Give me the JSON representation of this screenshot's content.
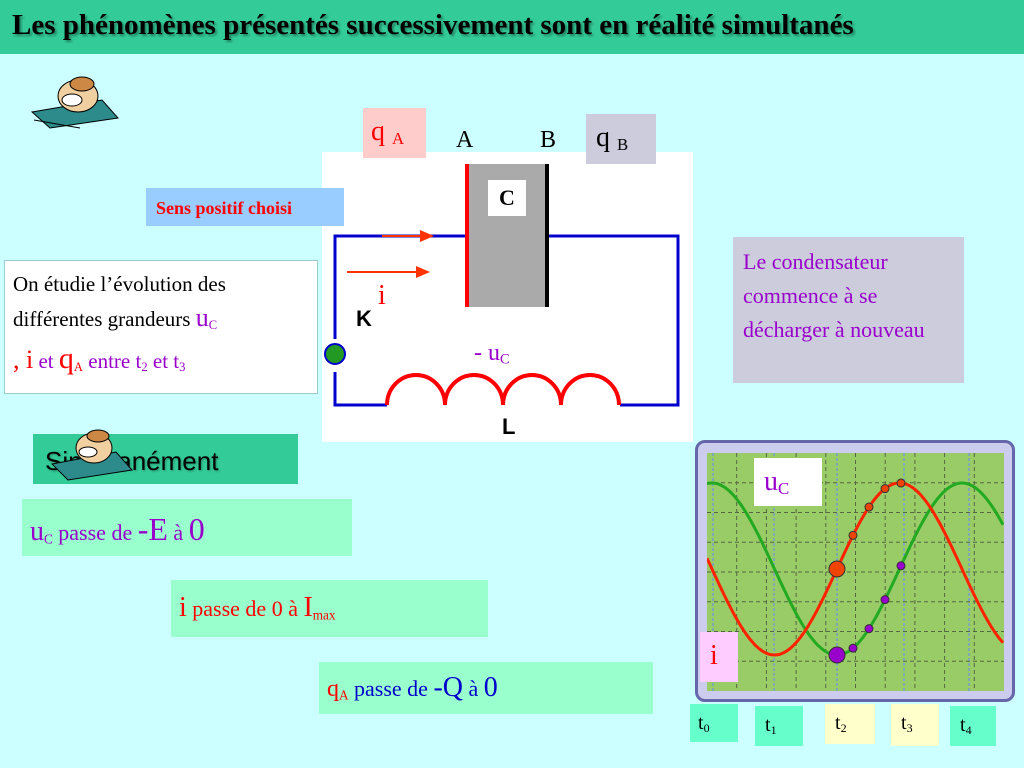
{
  "title": "Les phénomènes présentés successivement sont en réalité simultanés",
  "colors": {
    "background": "#ccffff",
    "title_bar": "#33cc99",
    "red": "#ff0000",
    "green": "#22aa22",
    "purple": "#9900cc",
    "scope_bg": "#99cc66"
  },
  "circuit": {
    "qa_label": "q",
    "qa_sub": "A",
    "a_label": "A",
    "b_label": "B",
    "qb_label": "q",
    "qb_sub": "B",
    "capacitor_label": "C",
    "sens_positif": "Sens positif choisi",
    "current_label": "i",
    "switch_label": "K",
    "uc_minus": "- u",
    "uc_sub": "C",
    "inductor_label": "L"
  },
  "left_panel": {
    "line1": "On étudie l’évolution des",
    "line2": "différentes grandeurs",
    "u": "u",
    "u_sub": "C",
    "comma_i": ", i",
    "et1": "et",
    "q": "q",
    "q_sub": "A",
    "entre": "entre",
    "t2": "t",
    "t2_sub": "2",
    "et2": "et t",
    "t3_sub": "3"
  },
  "right_note": "Le condensateur commence à se décharger à nouveau",
  "simultanement": "Simultanément",
  "rows": {
    "uc": {
      "u": "u",
      "sub": "C",
      "text": "passe de",
      "from": "-E",
      "a": "à",
      "to": "0"
    },
    "i": {
      "i": "i",
      "text": "passe de",
      "from": "0",
      "a": "à",
      "to": "I",
      "to_sub": "max"
    },
    "qa": {
      "q": "q",
      "sub": "A",
      "text": "passe de",
      "from": "-Q",
      "a": "à",
      "to": "0"
    }
  },
  "scope": {
    "uc_label": "u",
    "uc_sub": "C",
    "i_label": "i"
  },
  "time_labels": [
    {
      "t": "t",
      "sub": "0"
    },
    {
      "t": "t",
      "sub": "1"
    },
    {
      "t": "t",
      "sub": "2"
    },
    {
      "t": "t",
      "sub": "3"
    },
    {
      "t": "t",
      "sub": "4"
    }
  ]
}
